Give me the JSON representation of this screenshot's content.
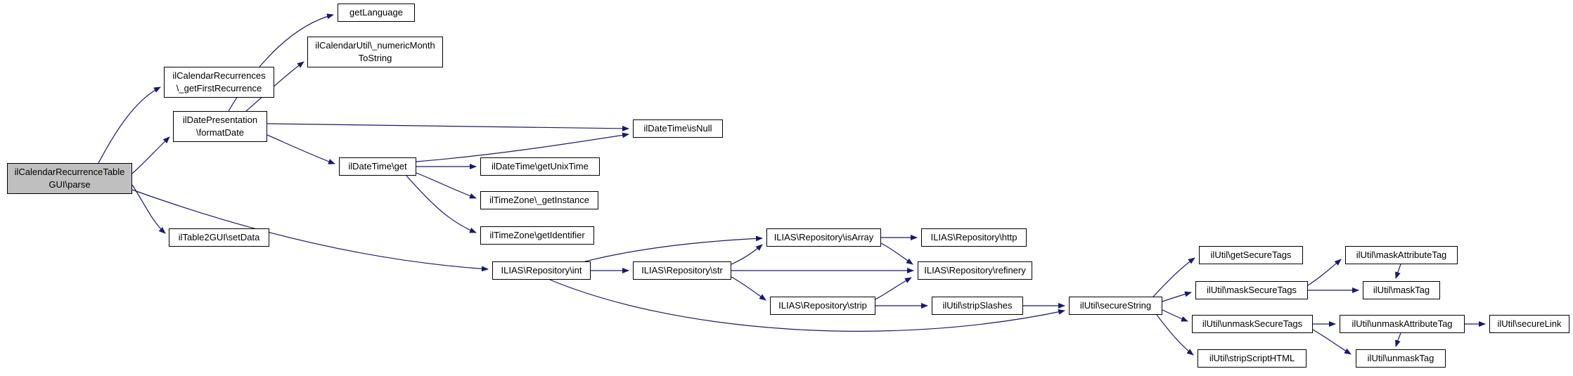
{
  "diagram": {
    "type": "call-graph",
    "background_color": "#ffffff",
    "edge_color": "#191970",
    "node_border_color": "#000000",
    "node_fill_color": "#ffffff",
    "root_node_fill_color": "#bfbfbf",
    "nodes": {
      "parse": {
        "label": "ilCalendarRecurrenceTable\nGUI\\parse"
      },
      "getFirstRecurrence": {
        "label": "ilCalendarRecurrences\n\\_getFirstRecurrence"
      },
      "getLanguage": {
        "label": "getLanguage"
      },
      "numericMonthToString": {
        "label": "ilCalendarUtil\\_numericMonth\nToString"
      },
      "formatDate": {
        "label": "ilDatePresentation\n\\formatDate"
      },
      "isNull": {
        "label": "ilDateTime\\isNull"
      },
      "get": {
        "label": "ilDateTime\\get"
      },
      "getUnixTime": {
        "label": "ilDateTime\\getUnixTime"
      },
      "getInstance": {
        "label": "ilTimeZone\\_getInstance"
      },
      "getIdentifier": {
        "label": "ilTimeZone\\getIdentifier"
      },
      "setData": {
        "label": "ilTable2GUI\\setData"
      },
      "repoInt": {
        "label": "ILIAS\\Repository\\int"
      },
      "repoStr": {
        "label": "ILIAS\\Repository\\str"
      },
      "isArray": {
        "label": "ILIAS\\Repository\\isArray"
      },
      "http": {
        "label": "ILIAS\\Repository\\http"
      },
      "refinery": {
        "label": "ILIAS\\Repository\\refinery"
      },
      "strip": {
        "label": "ILIAS\\Repository\\strip"
      },
      "stripSlashes": {
        "label": "ilUtil\\stripSlashes"
      },
      "secureString": {
        "label": "ilUtil\\secureString"
      },
      "getSecureTags": {
        "label": "ilUtil\\getSecureTags"
      },
      "maskSecureTags": {
        "label": "ilUtil\\maskSecureTags"
      },
      "unmaskSecureTags": {
        "label": "ilUtil\\unmaskSecureTags"
      },
      "stripScriptHTML": {
        "label": "ilUtil\\stripScriptHTML"
      },
      "maskAttributeTag": {
        "label": "ilUtil\\maskAttributeTag"
      },
      "maskTag": {
        "label": "ilUtil\\maskTag"
      },
      "unmaskAttributeTag": {
        "label": "ilUtil\\unmaskAttributeTag"
      },
      "unmaskTag": {
        "label": "ilUtil\\unmaskTag"
      },
      "secureLink": {
        "label": "ilUtil\\secureLink"
      }
    }
  }
}
